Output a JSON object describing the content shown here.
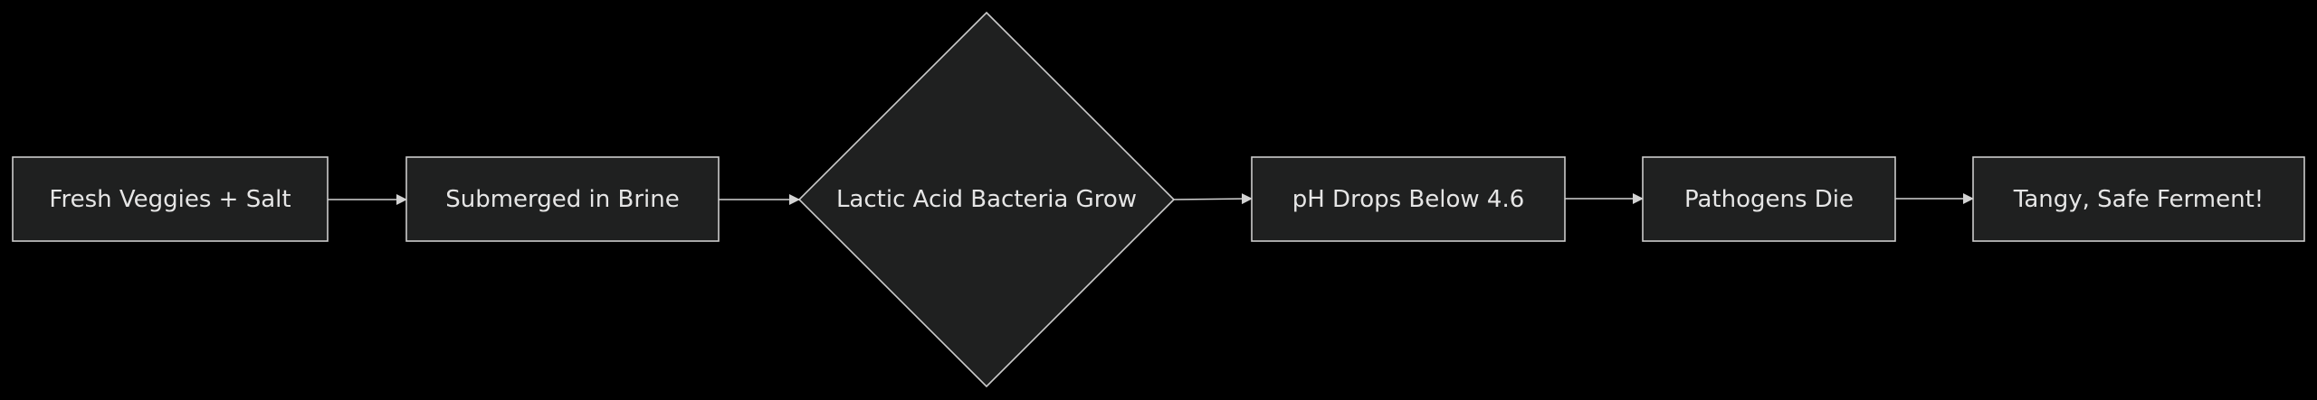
{
  "diagram": {
    "type": "flowchart",
    "direction": "left-to-right",
    "colors": {
      "background": "#000000",
      "node_fill": "#1f2020",
      "node_stroke": "#cccccc",
      "text": "#e6e6e6",
      "edge": "#d3d3d3"
    },
    "nodes": [
      {
        "id": "veggies",
        "label": "Fresh Veggies + Salt",
        "shape": "rectangle"
      },
      {
        "id": "brine",
        "label": "Submerged in Brine",
        "shape": "rectangle"
      },
      {
        "id": "bacteria",
        "label": "Lactic Acid Bacteria Grow",
        "shape": "diamond"
      },
      {
        "id": "ph",
        "label": "pH Drops Below 4.6",
        "shape": "rectangle"
      },
      {
        "id": "pathogens",
        "label": "Pathogens Die",
        "shape": "rectangle"
      },
      {
        "id": "ferment",
        "label": "Tangy, Safe Ferment!",
        "shape": "rectangle"
      }
    ],
    "edges": [
      {
        "from": "veggies",
        "to": "brine"
      },
      {
        "from": "brine",
        "to": "bacteria"
      },
      {
        "from": "bacteria",
        "to": "ph"
      },
      {
        "from": "ph",
        "to": "pathogens"
      },
      {
        "from": "pathogens",
        "to": "ferment"
      }
    ]
  }
}
